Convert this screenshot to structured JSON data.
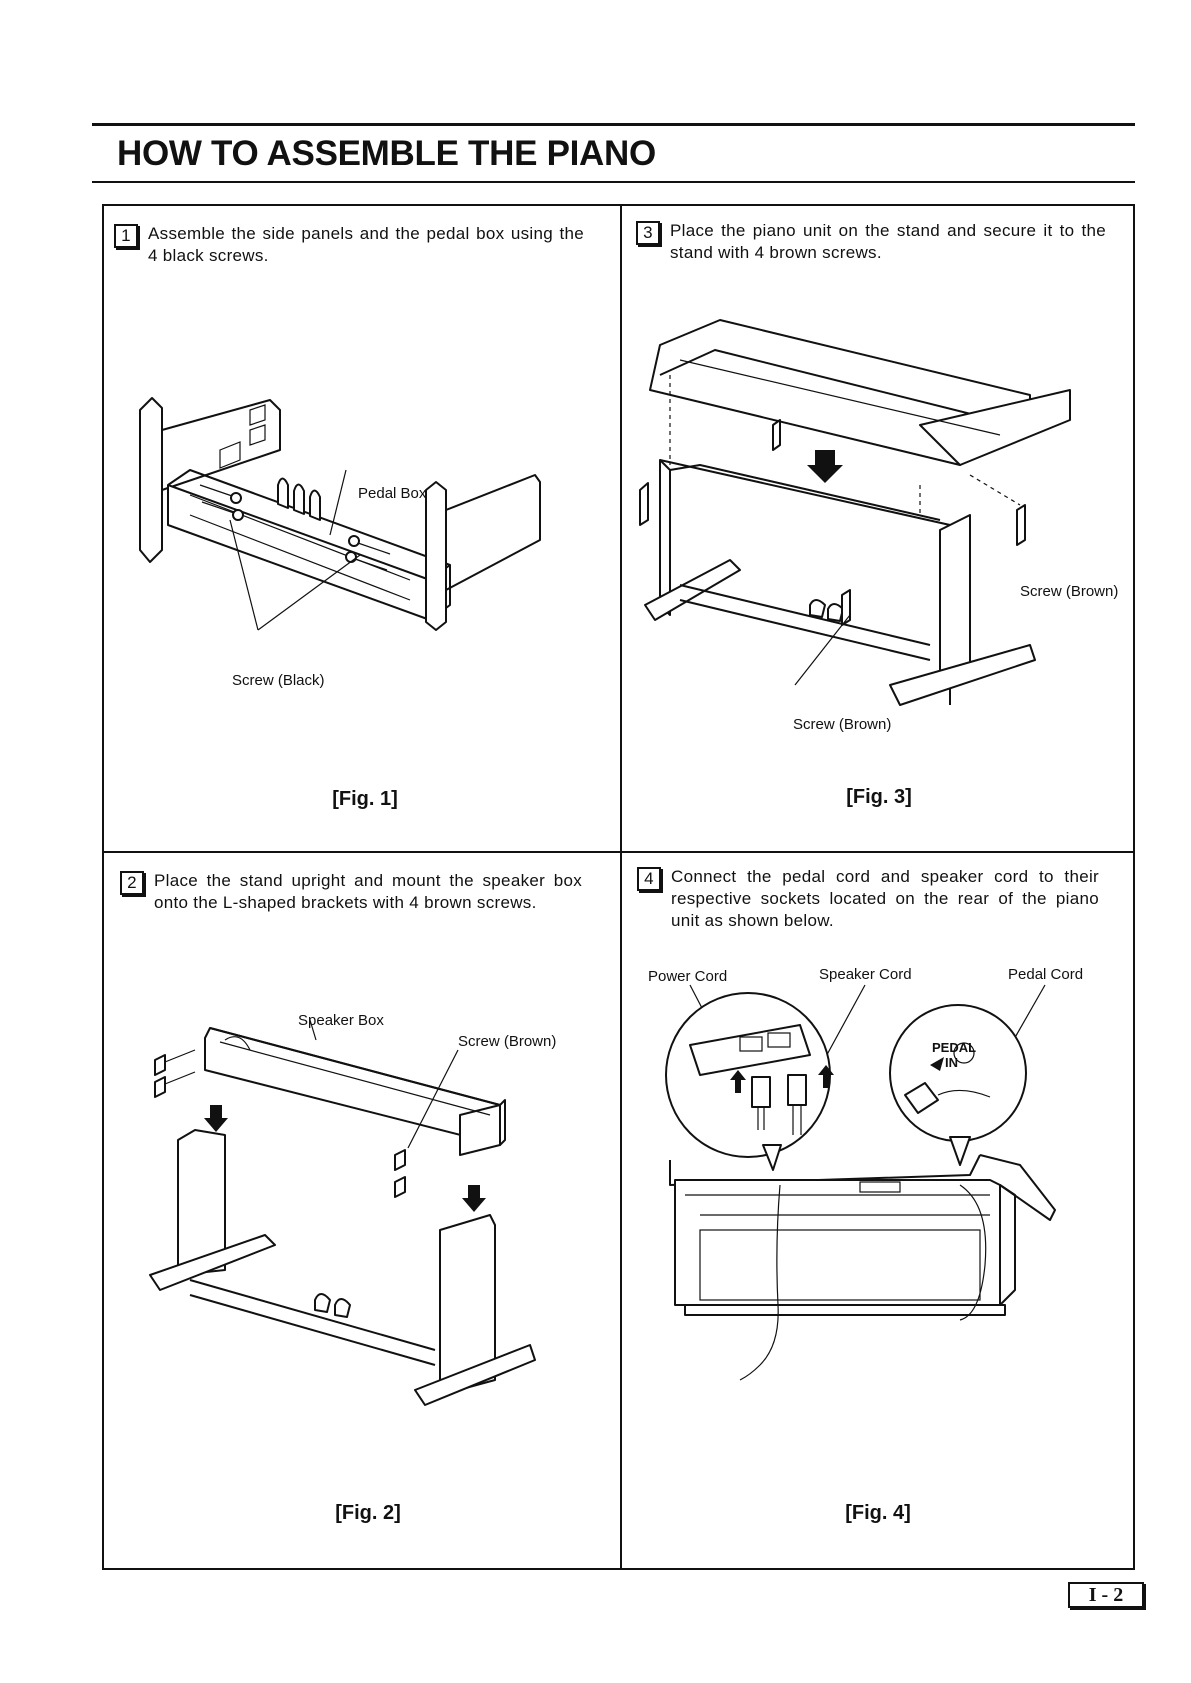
{
  "header": {
    "title": "HOW TO ASSEMBLE THE PIANO"
  },
  "steps": [
    {
      "number": "1",
      "text": "Assemble the side panels and the pedal box using the 4 black screws.",
      "figure": "[Fig. 1]",
      "callouts": {
        "pedal_box": "Pedal Box",
        "screw_black": "Screw (Black)"
      }
    },
    {
      "number": "2",
      "text": "Place the stand upright and mount the speaker box onto the L-shaped brackets with 4 brown screws.",
      "figure": "[Fig. 2]",
      "callouts": {
        "speaker_box": "Speaker Box",
        "screw_brown": "Screw (Brown)"
      }
    },
    {
      "number": "3",
      "text": "Place the piano unit on the stand and secure it to the stand with 4 brown screws.",
      "figure": "[Fig. 3]",
      "callouts": {
        "screw_brown_right": "Screw (Brown)",
        "screw_brown_bottom": "Screw (Brown)"
      }
    },
    {
      "number": "4",
      "text": "Connect the pedal cord and speaker cord to their respective sockets located on the rear of the piano unit as shown below.",
      "figure": "[Fig. 4]",
      "callouts": {
        "power_cord": "Power Cord",
        "speaker_cord": "Speaker Cord",
        "pedal_cord": "Pedal Cord",
        "pedal_in_line1": "PEDAL",
        "pedal_in_line2": "IN"
      }
    }
  ],
  "footer": {
    "page_number": "I - 2"
  }
}
